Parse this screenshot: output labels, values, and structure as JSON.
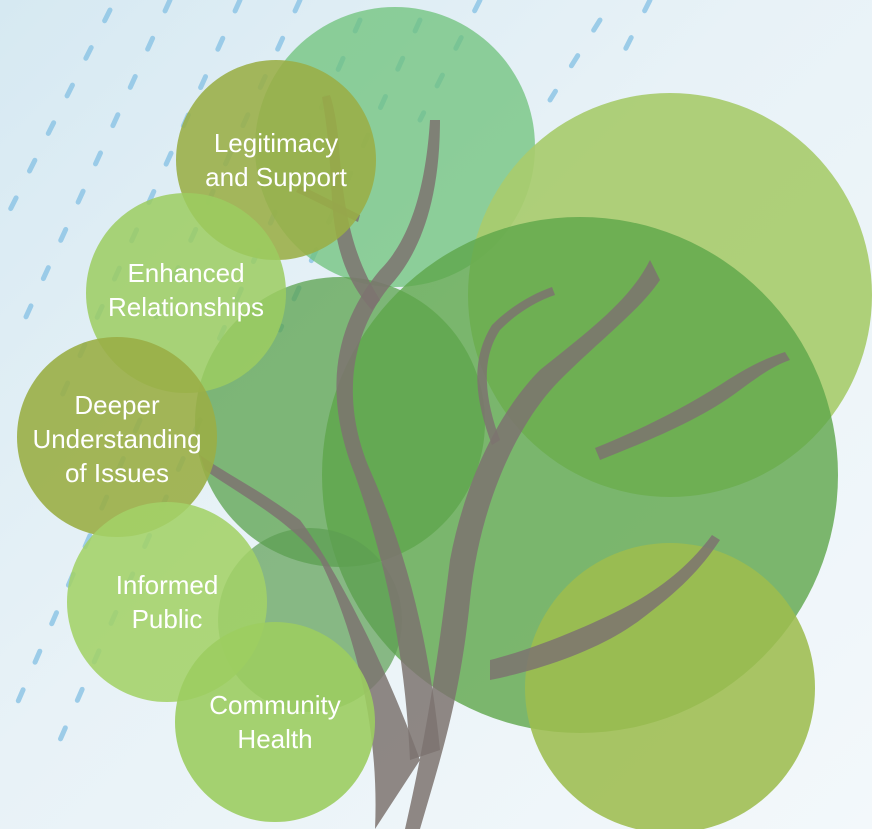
{
  "colors": {
    "background": "#e2eff6",
    "rain": "#8fc6e6",
    "trunk": "#8a7d7a",
    "canopy_dark": "#5ea64a",
    "canopy_mid": "#7fbf6a",
    "canopy_light": "#a8cc6e",
    "bubble_olive": "#9aae46",
    "bubble_light": "#9ccd60"
  },
  "outcomes": [
    {
      "line1": "Legitimacy",
      "line2": "and Support",
      "line3": ""
    },
    {
      "line1": "Enhanced",
      "line2": "Relationships",
      "line3": ""
    },
    {
      "line1": "Deeper",
      "line2": "Understanding",
      "line3": "of Issues"
    },
    {
      "line1": "Informed",
      "line2": "Public",
      "line3": ""
    },
    {
      "line1": "Community",
      "line2": "Health",
      "line3": ""
    }
  ]
}
